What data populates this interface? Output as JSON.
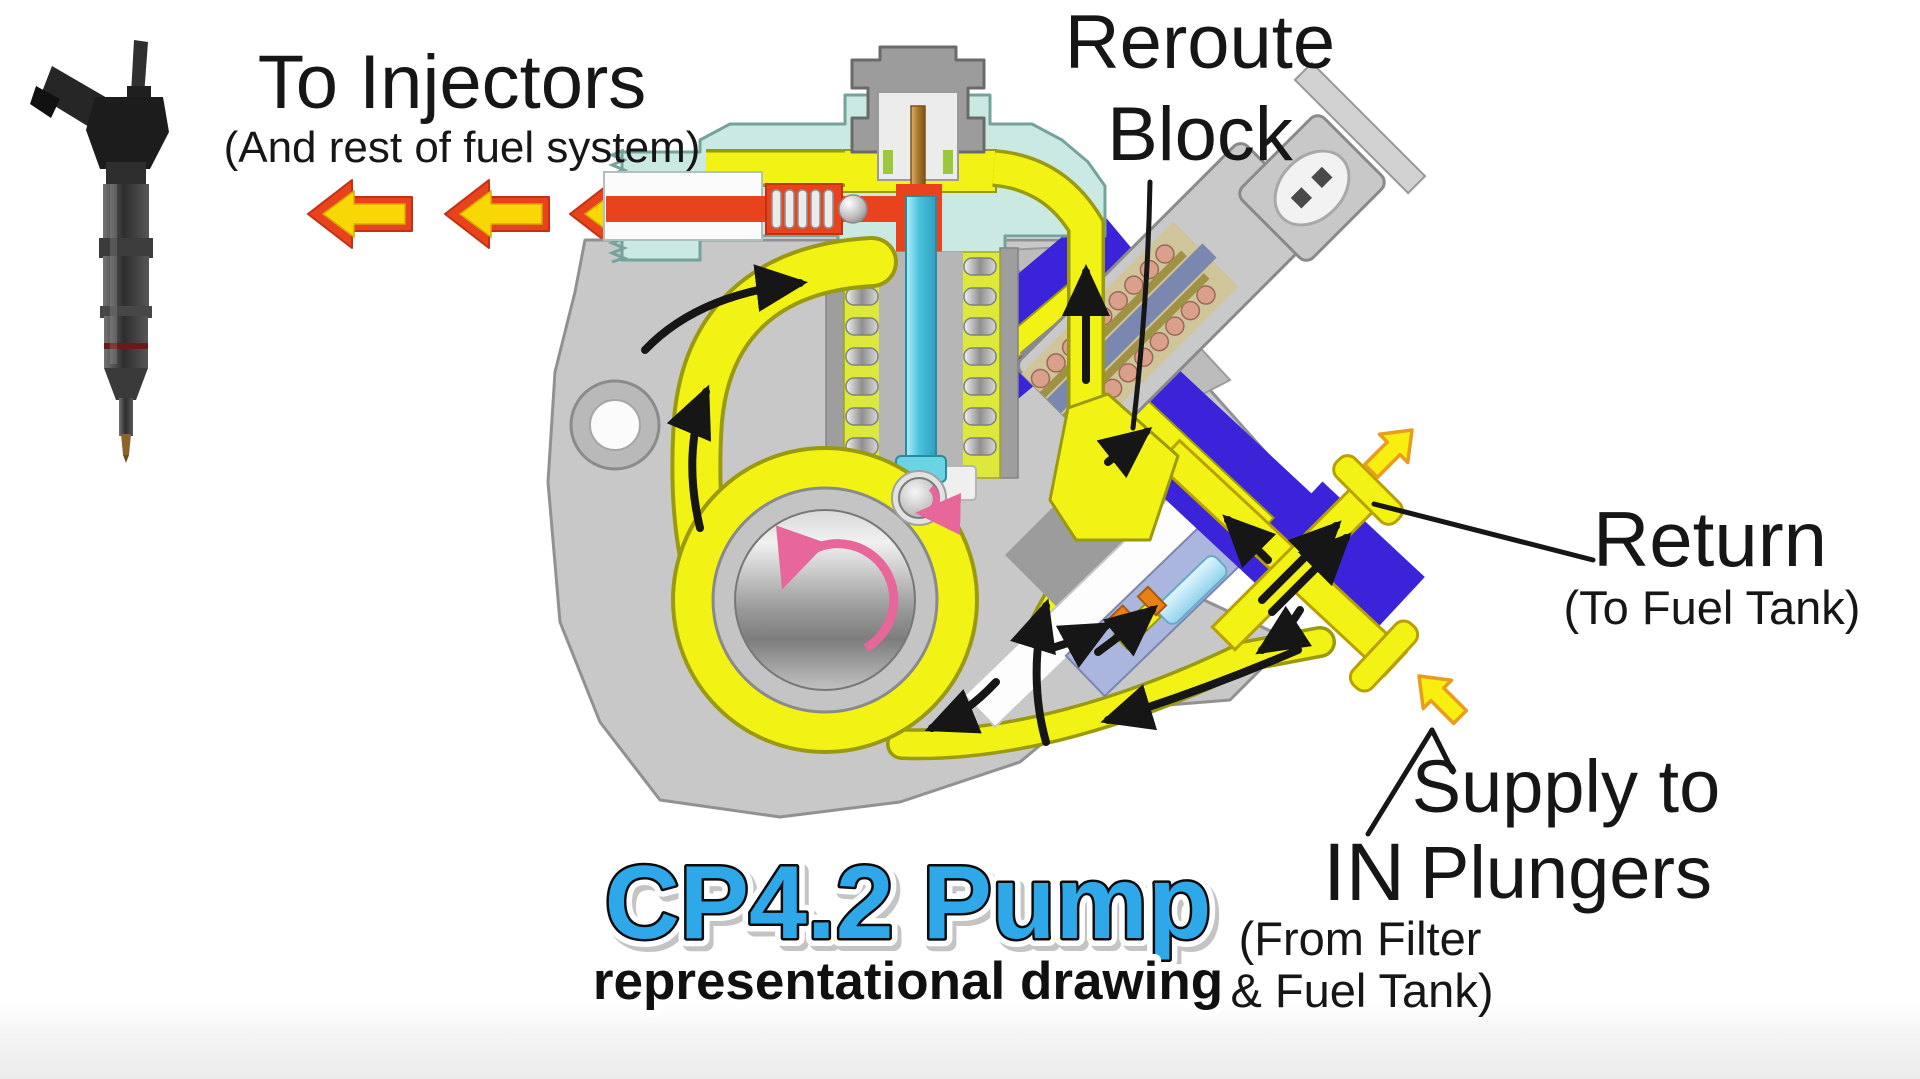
{
  "labels": {
    "to_injectors": {
      "title": "To Injectors",
      "subtitle": "(And rest of fuel system)"
    },
    "reroute_block": {
      "line1": "Reroute",
      "line2": "Block"
    },
    "return_port": {
      "title": "Return",
      "subtitle": "(To Fuel Tank)"
    },
    "in_port": {
      "title": "IN",
      "subtitle_line1": "(From Filter",
      "subtitle_line2": "& Fuel Tank)"
    },
    "supply": {
      "line1": "Supply to",
      "line2": "Plungers"
    },
    "caption": {
      "title": "CP4.2 Pump",
      "subtitle": "representational drawing"
    }
  },
  "colors": {
    "caption_blue": "#2fa8e9",
    "fuel_yellow": "#f2f215",
    "high_pressure_red": "#e8431c",
    "reroute_block_blue": "#3b23d9",
    "pump_head_cyan": "#c9e9e2",
    "plunger_cyan": "#56c8de",
    "rotation_pink": "#e8679a",
    "body_gray": "#c8c8c8"
  }
}
